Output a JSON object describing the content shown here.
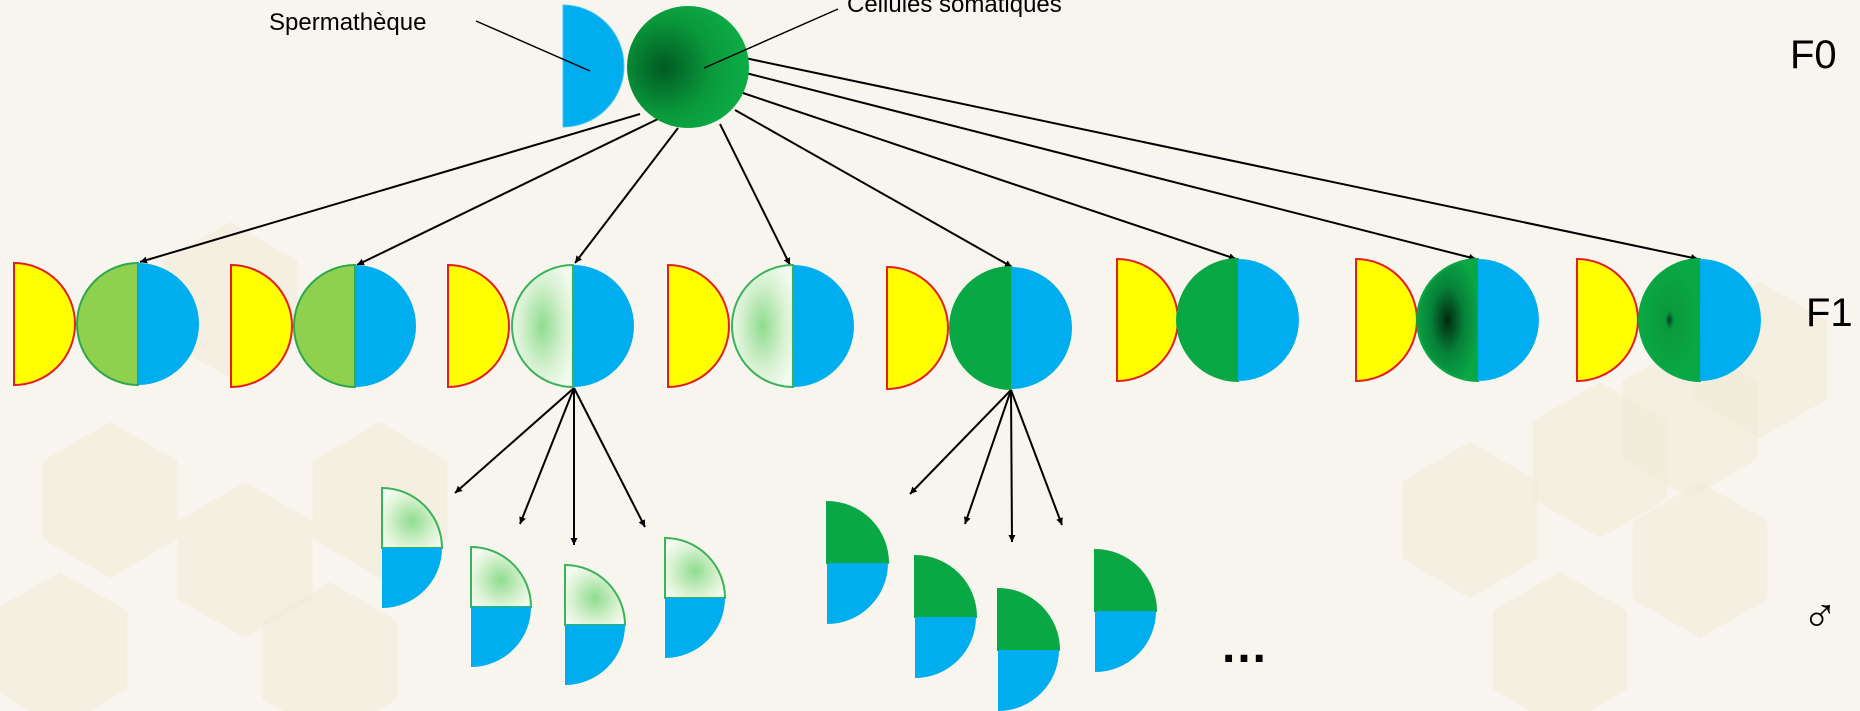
{
  "labels": {
    "spermatheque": "Spermathèque",
    "cellules_somatiques": "Cellules somatiques",
    "generation_f0": "F0",
    "generation_f1": "F1",
    "male_symbol": "♂",
    "ellipsis": "…"
  },
  "colors": {
    "background": "#f8f5ee",
    "hexagon": "#f1ead7",
    "blue": "#00adef",
    "yellow": "#ffff00",
    "red_outline": "#e41e1e",
    "green_dark": "#007a30",
    "green_mid": "#0aa845",
    "green_light": "#8fd14f",
    "green_pale": "#e4f5dc",
    "arrow": "#000000"
  },
  "f1_offspring": [
    {
      "somatic": "light-green"
    },
    {
      "somatic": "light-green"
    },
    {
      "somatic": "pale-gradient"
    },
    {
      "somatic": "pale-gradient"
    },
    {
      "somatic": "green"
    },
    {
      "somatic": "green"
    },
    {
      "somatic": "dark-center"
    },
    {
      "somatic": "dot-center"
    }
  ],
  "f2_groups": [
    {
      "parent": 2,
      "fill": "pale",
      "count": 4
    },
    {
      "parent": 4,
      "fill": "green",
      "count": 4
    }
  ]
}
